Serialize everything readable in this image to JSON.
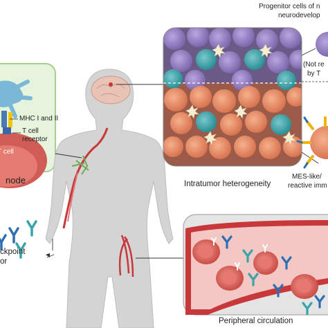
{
  "labels": {
    "progenitor_line1": "Progenitor cells of n",
    "progenitor_line2": "neurodevelop",
    "not_line1": "(Not re",
    "not_line2": "by T",
    "mhc": "MHC I and II",
    "tcell_receptor_line1": "T cell",
    "tcell_receptor_line2": "receptor",
    "tcell": "T cell",
    "node": "node",
    "intratumor": "Intratumor heterogeneity",
    "mes_line1": "MES-like/",
    "mes_line2": "reactive imm",
    "checkpoint_line1": "ckpoint",
    "checkpoint_line2": "or",
    "peripheral": "Peripheral circulation"
  },
  "colors": {
    "lymph_bg": "#e6f3dd",
    "lymph_border": "#a9cf8f",
    "body_fill": "#d4d4d5",
    "vessel_red": "#c8373a",
    "nerve_green": "#6fa84f",
    "tumor_purple": "#8f7bbf",
    "tumor_teal": "#3aa3a8",
    "tumor_orange": "#e88a62",
    "rbc": "#d9534f",
    "antibody_blue": "#2e6fb3"
  }
}
